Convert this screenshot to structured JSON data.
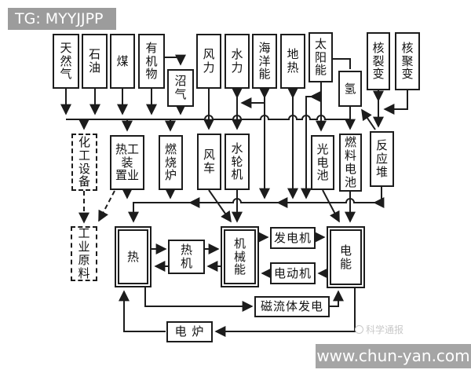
{
  "header": {
    "tag": "TG: MYYJJPP"
  },
  "watermark": {
    "site": "www.chun-yan.com",
    "brand": "科学通报"
  },
  "nodes": {
    "tianranqi": "天\n然\n气",
    "shiyou": "石\n油",
    "mei": "煤",
    "youjiwu": "有\n机\n物",
    "zhaoqi": "沼\n气",
    "fengli": "风\n力",
    "shuili": "水\n力",
    "haiyangneng": "海\n洋\n能",
    "dire": "地\n热",
    "taiyangneng": "太\n阳\n能",
    "qing": "氢",
    "heliebian": "核\n裂\n变",
    "hejubian": "核\n聚\n变",
    "huagong_shebei": "化\n工\n设\n备",
    "regong_zhuangzhi": "热工\n装\n置业",
    "ranshaolu": "燃\n烧\n炉",
    "fengche": "风\n车",
    "shuilunji": "水\n轮\n机",
    "guang_dianchi": "光\n电\n池",
    "ranliao_dianchi": "燃\n料\n电\n池",
    "fanyingdui": "反\n应\n堆",
    "gongye_yuanliao": "工\n业\n原\n料",
    "re": "热",
    "reji": "热\n机",
    "jixieneng": "机\n械\n能",
    "fadianji": "发电机",
    "diandongji": "电动机",
    "dianneng": "电\n能",
    "ciliuti_fadian": "磁流体发电",
    "dianlu": "电 炉"
  },
  "colors": {
    "line": "#1c1c1c",
    "tag_bg": "#9c9c9c",
    "sitebar_bg": "#a5a5a5"
  }
}
